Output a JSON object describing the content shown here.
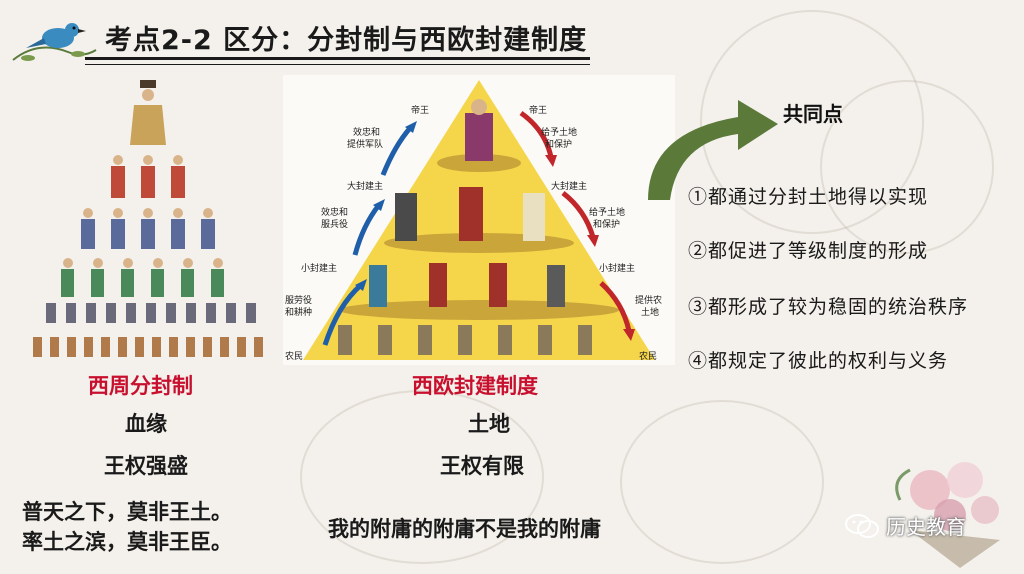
{
  "title": "考点2-2 区分：分封制与西欧封建制度",
  "left_system": {
    "name": "西周分封制",
    "basis": "血缘",
    "royal_power": "王权强盛",
    "quote_line1": "普天之下，莫非王土。",
    "quote_line2": "率土之滨，莫非王臣。"
  },
  "right_system": {
    "name": "西欧封建制度",
    "basis": "土地",
    "royal_power": "王权有限",
    "quote": "我的附庸的附庸不是我的附庸"
  },
  "pyramid_labels": {
    "emperor_left": "帝王",
    "emperor_right": "帝王",
    "big_lord_left": "大封建主",
    "big_lord_right": "大封建主",
    "small_lord_left": "小封建主",
    "small_lord_right": "小封建主",
    "peasant_left": "农民",
    "peasant_right": "农民",
    "loyal_army_1": "效忠和",
    "loyal_army_2": "提供军队",
    "loyal_service_1": "效忠和",
    "loyal_service_2": "服兵役",
    "labor_1": "服劳役",
    "labor_2": "和耕种",
    "give_land_1a": "给予土地",
    "give_land_1b": "和保护",
    "give_land_2a": "给予土地",
    "give_land_2b": "和保护",
    "provide_1": "提供农",
    "provide_2": "土地"
  },
  "common": {
    "title": "共同点",
    "points": [
      "①都通过分封土地得以实现",
      "②都促进了等级制度的形成",
      "③都形成了较为稳固的统治秩序",
      "④都规定了彼此的权利与义务"
    ]
  },
  "watermark": "历史教育",
  "colors": {
    "red": "#c8102e",
    "pyramid_yellow": "#f5d64a",
    "arrow_green": "#5b7a3a",
    "arrow_blue": "#1f5ea8",
    "arrow_red": "#c0262a"
  }
}
